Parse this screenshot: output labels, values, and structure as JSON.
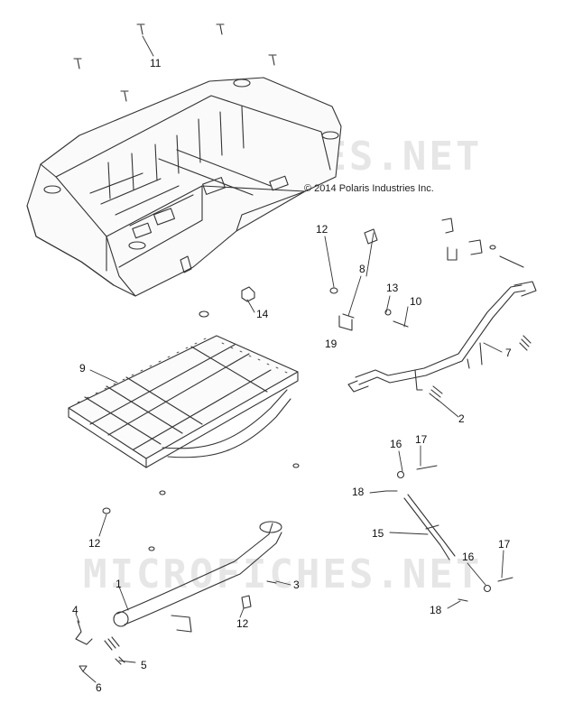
{
  "watermarks": [
    "MICROFICHES.NET",
    "MICROFICHES.NET"
  ],
  "copyright": "© 2014 Polaris Industries Inc.",
  "callouts": [
    "11",
    "12",
    "8",
    "13",
    "10",
    "14",
    "19",
    "9",
    "7",
    "2",
    "16",
    "17",
    "18",
    "15",
    "12",
    "1",
    "3",
    "12",
    "4",
    "5",
    "6",
    "16",
    "17",
    "18"
  ]
}
